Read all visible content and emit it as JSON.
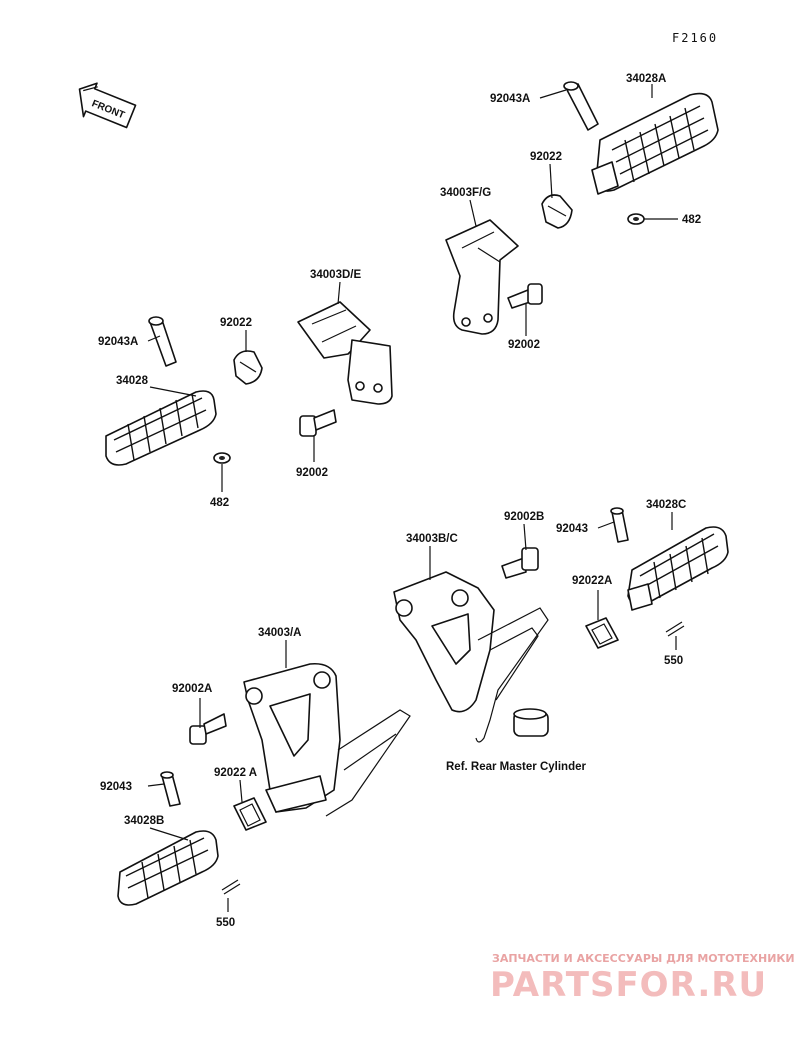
{
  "diagram_code": "F2160",
  "front_arrow_text": "FRONT",
  "reference_note": "Ref. Rear Master Cylinder",
  "watermark": {
    "tagline": "ЗАПЧАСТИ И АКСЕССУАРЫ ДЛЯ МОТОТЕХНИКИ",
    "brand": "PARTSFOR.RU"
  },
  "labels": {
    "p92043A_top": "92043A",
    "p34028A": "34028A",
    "p92022_top": "92022",
    "p482_top": "482",
    "p34003FG": "34003F/G",
    "p92002_top": "92002",
    "p34003DE": "34003D/E",
    "p92043A_left": "92043A",
    "p92022_left": "92022",
    "p34028": "34028",
    "p92002_left": "92002",
    "p482_left": "482",
    "p92002B": "92002B",
    "p34003BC": "34003B/C",
    "p92043_right": "92043",
    "p34028C": "34028C",
    "p92022A_right": "92022A",
    "p550_right": "550",
    "p34003A": "34003/A",
    "p92002A": "92002A",
    "p92043_left": "92043",
    "p92022A_left": "92022 A",
    "p34028B": "34028B",
    "p550_left": "550"
  }
}
